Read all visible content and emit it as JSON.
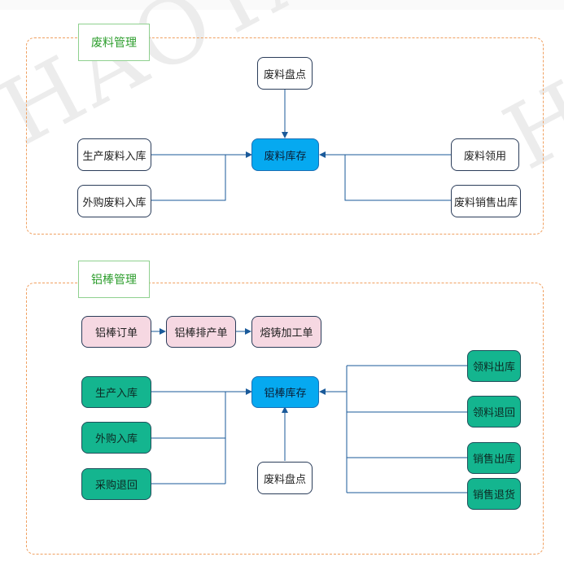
{
  "colors": {
    "group_border": "#f0a060",
    "label_border": "#8fd08f",
    "label_text": "#2e9e2e",
    "hub": "#06a9f0",
    "order": "#f6d8e2",
    "teal": "#14b58f",
    "edge": "#1a5a9a",
    "watermark": "#ececec"
  },
  "watermark": {
    "text": "HAOTAI"
  },
  "scrap": {
    "label": "废料管理",
    "inventory": "废料盘点",
    "hub": "废料库存",
    "production_in": "生产废料入库",
    "purchase_in": "外购废料入库",
    "requisition": "废料领用",
    "sales_out": "废料销售出库"
  },
  "rod": {
    "label": "铝棒管理",
    "order": "铝棒订单",
    "schedule": "铝棒排产单",
    "casting": "熔铸加工单",
    "hub": "铝棒库存",
    "production_in": "生产入库",
    "purchase_in": "外购入库",
    "purchase_return": "采购退回",
    "inventory": "废料盘点",
    "requisition_out": "领料出库",
    "requisition_return": "领料退回",
    "sales_out": "销售出库",
    "sales_return": "销售退货"
  }
}
